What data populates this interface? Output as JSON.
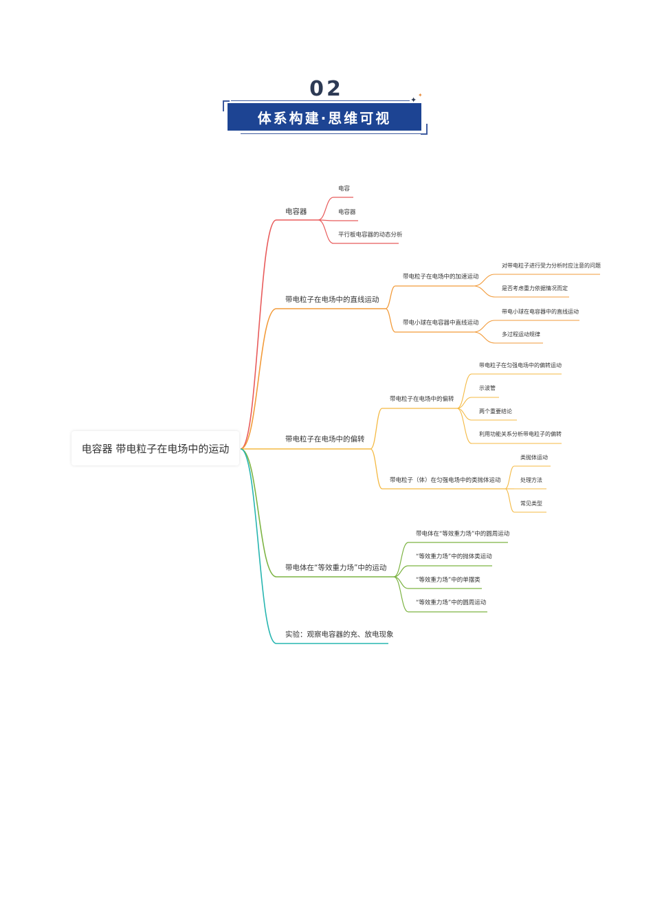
{
  "header": {
    "section_number": "02",
    "banner_title": "体系构建·思维可视"
  },
  "mindmap": {
    "root": "电容器 带电粒子在电场中的运动",
    "branches": [
      {
        "label": "电容器",
        "color": "#e85a5a",
        "children": [
          {
            "label": "电容"
          },
          {
            "label": "电容器"
          },
          {
            "label": "平行板电容器的动态分析"
          }
        ]
      },
      {
        "label": "带电粒子在电场中的直线运动",
        "color": "#f29a38",
        "children": [
          {
            "label": "带电粒子在电场中的加速运动",
            "children": [
              "对带电粒子进行受力分析时应注意的问题",
              "是否考虑重力依据情况而定"
            ]
          },
          {
            "label": "带电小球在电容器中直线运动",
            "children": [
              "带电小球在电容器中的直线运动",
              "多过程运动规律"
            ]
          }
        ]
      },
      {
        "label": "带电粒子在电场中的偏转",
        "color": "#f4b942",
        "children": [
          {
            "label": "带电粒子在电场中的偏转",
            "children": [
              "带电粒子在匀强电场中的偏转运动",
              "示波管",
              "两个重要结论",
              "利用功能关系分析带电粒子的偏转"
            ]
          },
          {
            "label": "带电粒子（体）在匀强电场中的类抛体运动",
            "children": [
              "类抛体运动",
              "处理方法",
              "常见类型"
            ]
          }
        ]
      },
      {
        "label": "带电体在“等效重力场”中的运动",
        "color": "#7cb342",
        "children": [
          {
            "label": "带电体在“等效重力场”中的圆周运动"
          },
          {
            "label": "“等效重力场”中的抛体类运动"
          },
          {
            "label": "“等效重力场”中的单摆类"
          },
          {
            "label": "“等效重力场”中的圆周运动"
          }
        ]
      },
      {
        "label": "实验：观察电容器的充、放电现象",
        "color": "#26b5b0",
        "children": []
      }
    ]
  }
}
